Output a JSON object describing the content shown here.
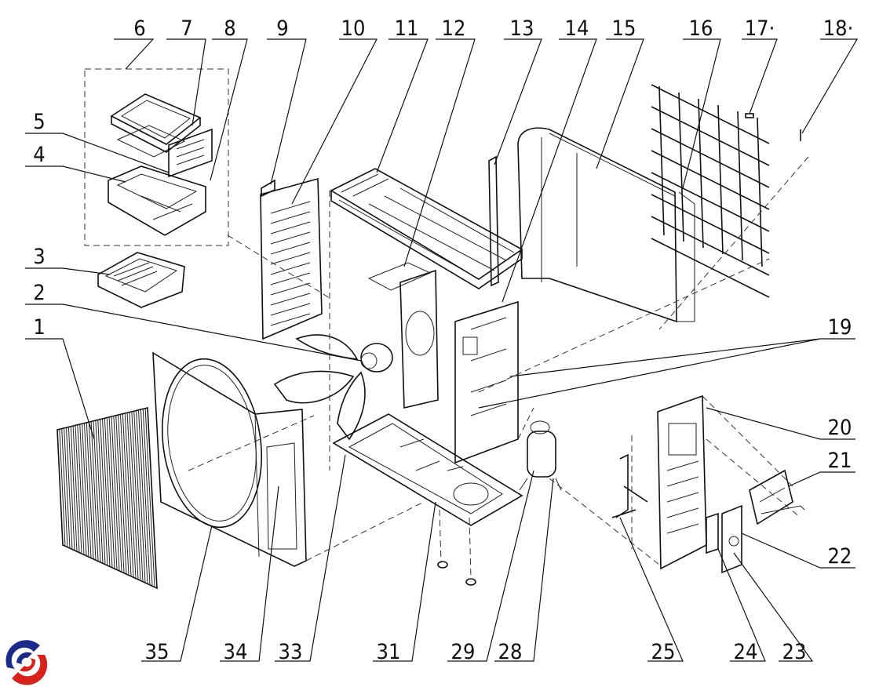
{
  "diagram": {
    "title": "Outdoor unit exploded view",
    "part_labels": {
      "top": [
        "6",
        "7",
        "8",
        "9",
        "10",
        "11",
        "12",
        "13",
        "14",
        "15",
        "16",
        "17·",
        "18·"
      ],
      "left": [
        "5",
        "4",
        "3",
        "2",
        "1"
      ],
      "right": [
        "19",
        "20",
        "21",
        "22"
      ],
      "bottom": [
        "35",
        "34",
        "33",
        "31",
        "29",
        "28",
        "25",
        "24",
        "23"
      ]
    }
  },
  "logo": {
    "name": "brand-logo",
    "colors": {
      "blue": "#1c2a8c",
      "red": "#d8221c"
    }
  }
}
